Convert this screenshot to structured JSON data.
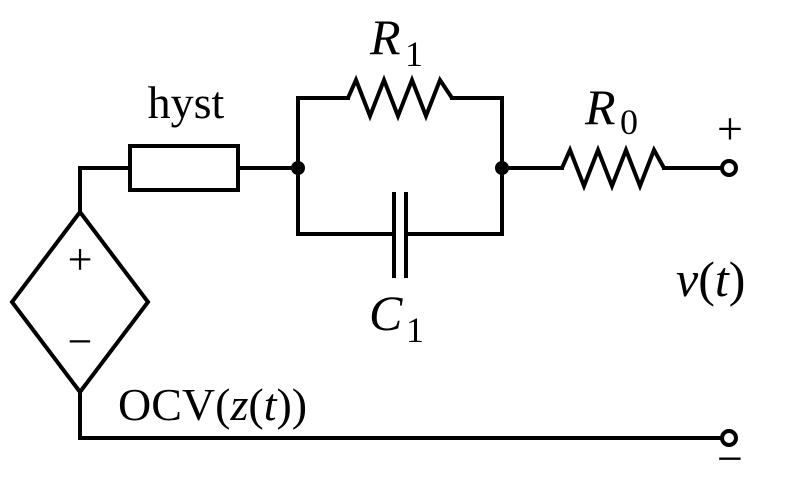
{
  "labels": {
    "hyst": "hyst",
    "r1_letter": "R",
    "r1_sub": "1",
    "r0_letter": "R",
    "r0_sub": "0",
    "c1_letter": "C",
    "c1_sub": "1",
    "source_plus": "+",
    "source_minus": "−",
    "terminal_plus": "+",
    "terminal_minus": "−",
    "ocv_text": "OCV",
    "ocv_z": "z",
    "ocv_t": "t",
    "vt_v": "v",
    "vt_t": "t"
  },
  "colors": {
    "stroke": "#000000",
    "background": "#ffffff"
  }
}
